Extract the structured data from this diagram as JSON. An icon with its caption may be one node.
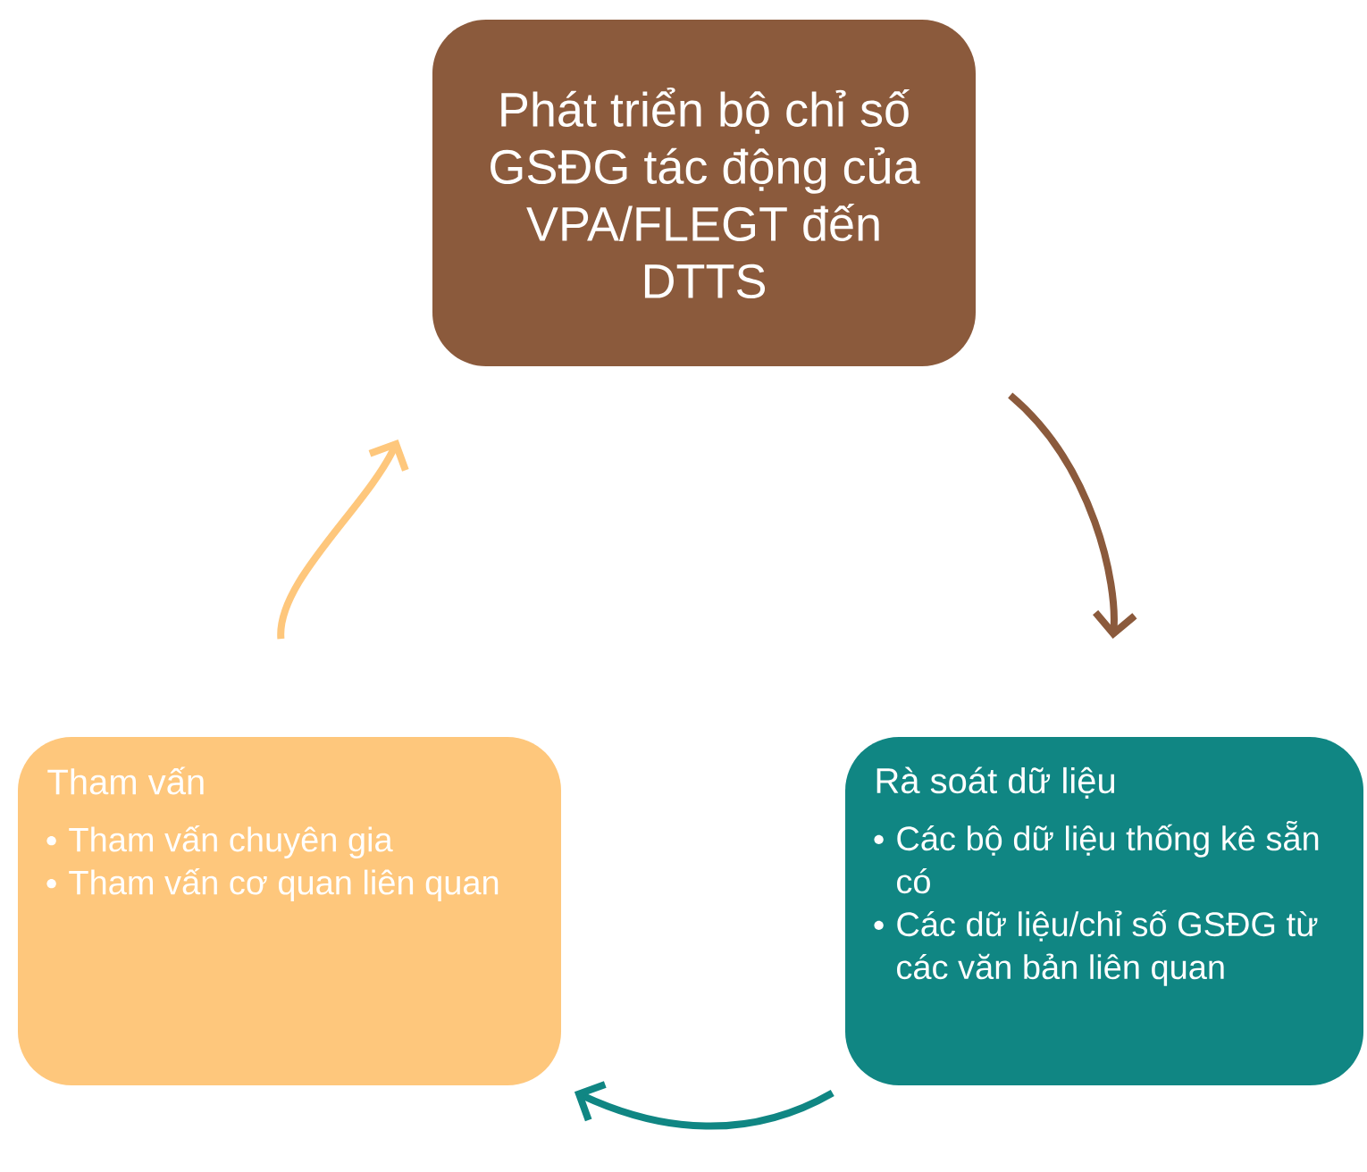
{
  "diagram": {
    "nodes": [
      {
        "text": [
          "Phát triển bộ chỉ số GSĐG tác động của VPA/FLEGT đến DTTS"
        ]
      },
      {
        "text": [
          "Rà soát dữ liệu",
          "Các bộ dữ liệu thống kê sẵn có",
          "Các dữ liệu/chỉ số GSĐG từ các văn bản liên quan"
        ]
      },
      {
        "text": [
          "Tham vấn",
          "Tham vấn chuyên gia",
          "Tham vấn cơ quan liên quan"
        ]
      }
    ],
    "edges": [
      {
        "from": 0,
        "to": 1,
        "arrow": "to",
        "color": "#8b5a3c"
      },
      {
        "from": 1,
        "to": 2,
        "arrow": "to",
        "color": "#108683"
      },
      {
        "from": 2,
        "to": 0,
        "arrow": "to",
        "color": "#fec77c"
      }
    ]
  }
}
